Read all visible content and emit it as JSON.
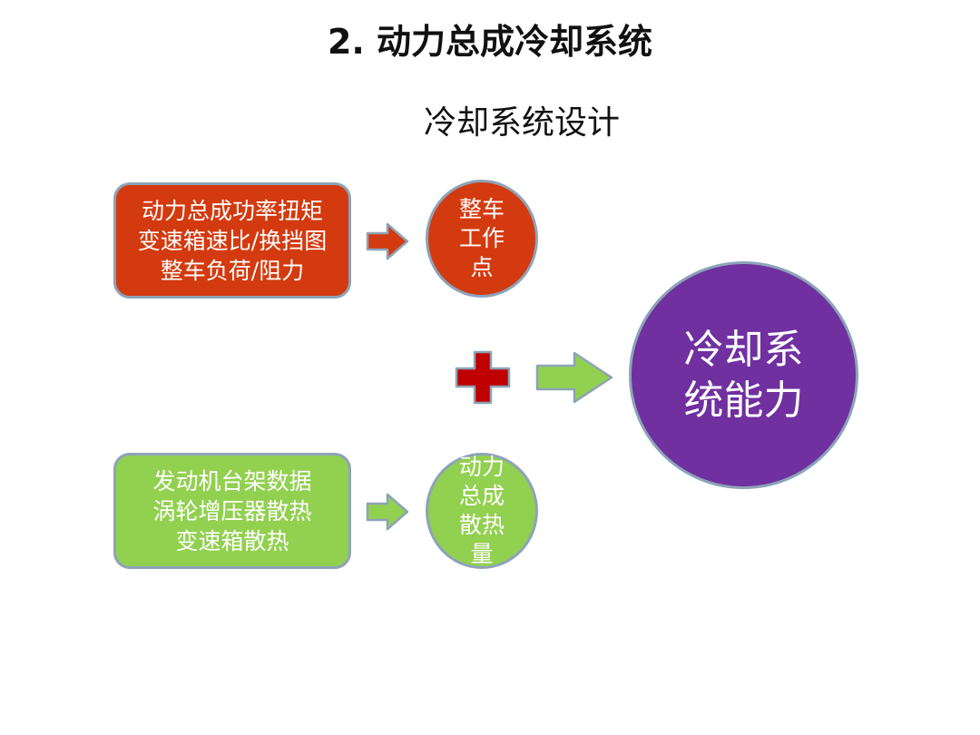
{
  "slide": {
    "title": "2. 动力总成冷却系统",
    "subtitle": "冷却系统设计"
  },
  "top_input": {
    "lines": [
      "动力总成功率扭矩",
      "变速箱速比/换挡图",
      "整车负荷/阻力"
    ],
    "color": "#D43A0F"
  },
  "top_result": {
    "lines": [
      "整车",
      "工作",
      "点"
    ],
    "color": "#D43A0F"
  },
  "bottom_input": {
    "lines": [
      "发动机台架数据",
      "涡轮增压器散热",
      "变速箱散热"
    ],
    "color": "#92D050"
  },
  "bottom_result": {
    "lines": [
      "动力",
      "总成",
      "散热",
      "量"
    ],
    "color": "#92D050"
  },
  "output": {
    "lines": [
      "冷却系",
      "统能力"
    ],
    "color": "#7030A0"
  },
  "symbols": {
    "plus_icon": "plus-icon",
    "plus_color": "#C00000",
    "arrow_icon": "right-arrow-icon"
  }
}
